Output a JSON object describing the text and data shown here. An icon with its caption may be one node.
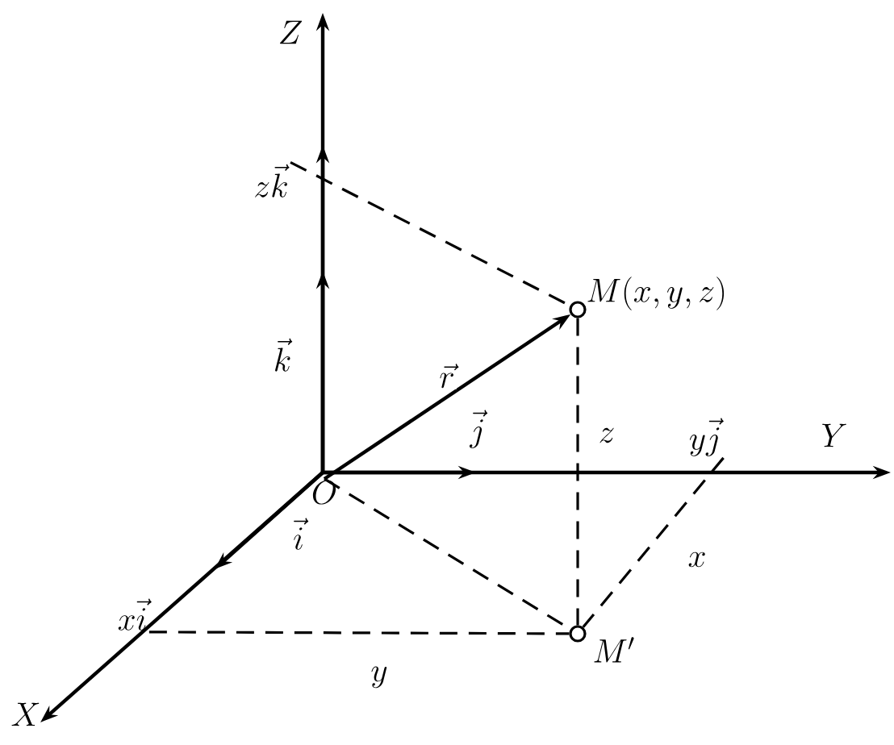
{
  "diagram": {
    "nodes": [
      {
        "text": [
          "O"
        ]
      },
      {
        "text": [],
        "shape": "circle",
        "beside": [
          "M(x, y, z)"
        ]
      },
      {
        "text": [],
        "shape": "circle",
        "beside": [
          "M'"
        ]
      },
      {
        "text": [
          "z\\vec{k}"
        ]
      },
      {
        "text": [
          "x\\vec{i}"
        ]
      },
      {
        "text": [
          "y\\vec{j}"
        ]
      }
    ],
    "edges": [
      {
        "from": 0,
        "to": 1,
        "arrow": "to",
        "label": "\\vec{r}"
      },
      {
        "from": 3,
        "to": 1,
        "arrow": "none",
        "style": "dashed"
      },
      {
        "from": 1,
        "to": 2,
        "arrow": "none",
        "style": "dashed",
        "label": "z"
      },
      {
        "from": 0,
        "to": 2,
        "arrow": "none",
        "style": "dashed"
      },
      {
        "from": 4,
        "to": 2,
        "arrow": "none",
        "style": "dashed",
        "label": "y"
      },
      {
        "from": 5,
        "to": 2,
        "arrow": "none",
        "style": "dashed",
        "label": "x"
      }
    ],
    "labels": [
      "Z",
      "Y",
      "X",
      "\\vec{k}",
      "\\vec{j}",
      "\\vec{i}"
    ]
  }
}
